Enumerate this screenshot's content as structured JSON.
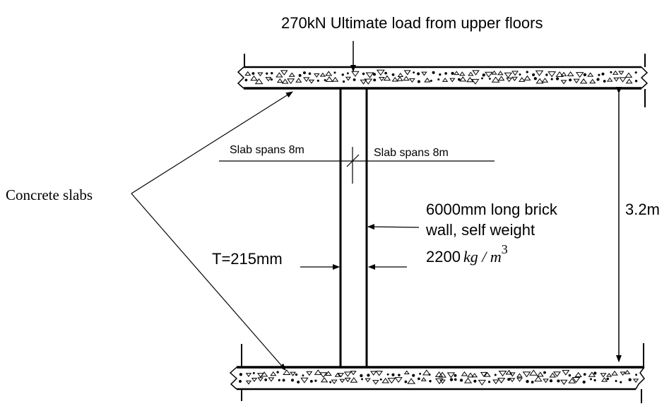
{
  "diagram": {
    "load_label": "270kN Ultimate load from upper floors",
    "concrete_label": "Concrete slabs",
    "span_left_label": "Slab spans 8m",
    "span_right_label": "Slab spans 8m",
    "wall_label_line1": "6000mm long brick",
    "wall_label_line2": "wall, self weight",
    "wall_density_value": "2200",
    "wall_density_unit": "kg / m",
    "wall_density_exponent": "3",
    "thickness_label": "T=215mm",
    "height_label": "3.2m"
  }
}
